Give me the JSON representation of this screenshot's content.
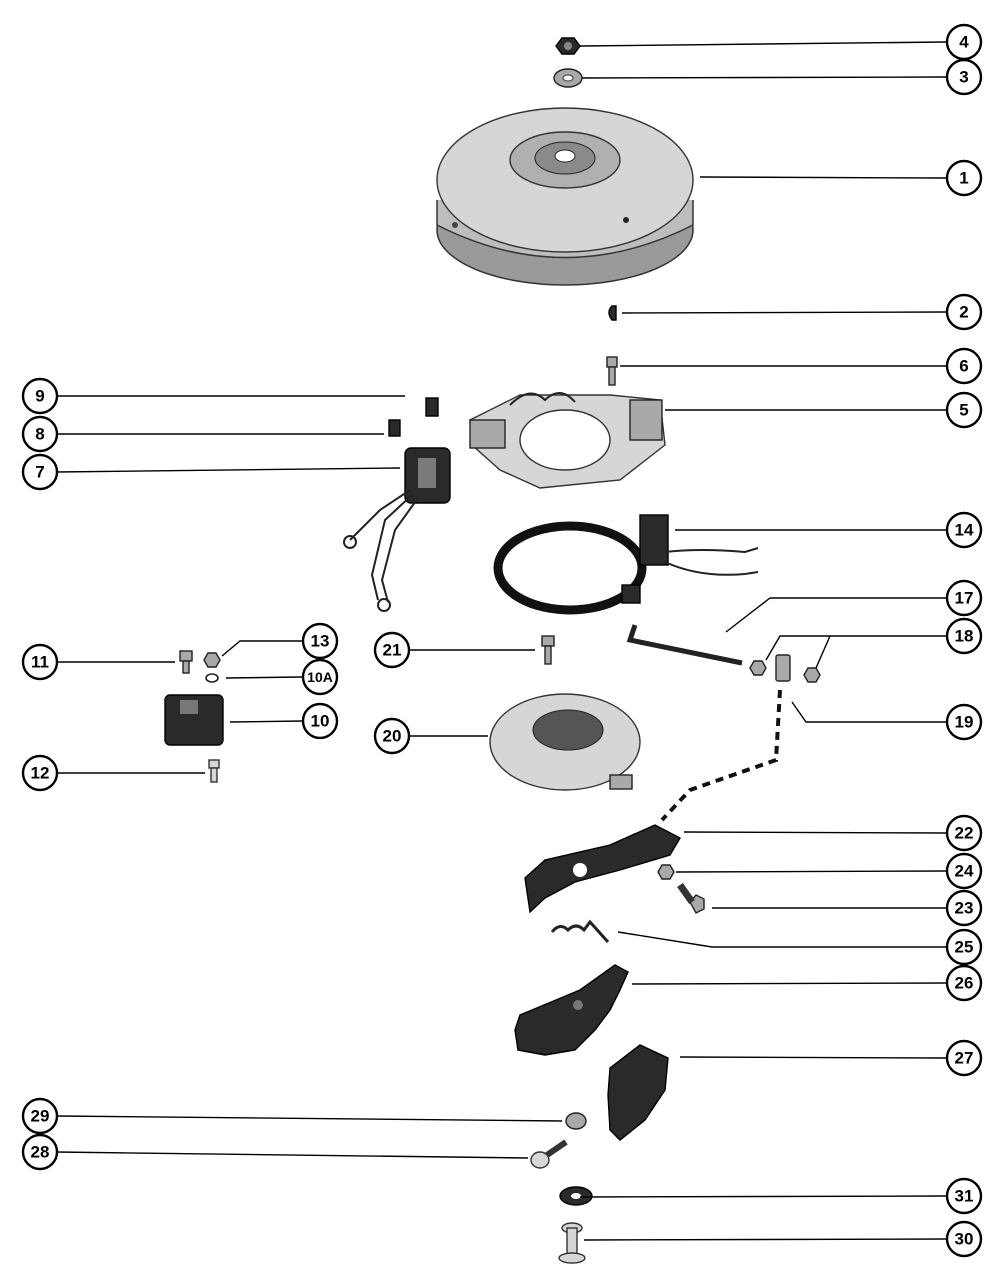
{
  "callouts": [
    {
      "id": "c1",
      "label": "1"
    },
    {
      "id": "c2",
      "label": "2"
    },
    {
      "id": "c3",
      "label": "3"
    },
    {
      "id": "c4",
      "label": "4"
    },
    {
      "id": "c5",
      "label": "5"
    },
    {
      "id": "c6",
      "label": "6"
    },
    {
      "id": "c7",
      "label": "7"
    },
    {
      "id": "c8",
      "label": "8"
    },
    {
      "id": "c9",
      "label": "9"
    },
    {
      "id": "c10",
      "label": "10"
    },
    {
      "id": "c10a",
      "label": "10A"
    },
    {
      "id": "c11",
      "label": "11"
    },
    {
      "id": "c12",
      "label": "12"
    },
    {
      "id": "c13",
      "label": "13"
    },
    {
      "id": "c14",
      "label": "14"
    },
    {
      "id": "c17",
      "label": "17"
    },
    {
      "id": "c18",
      "label": "18"
    },
    {
      "id": "c19",
      "label": "19"
    },
    {
      "id": "c20",
      "label": "20"
    },
    {
      "id": "c21",
      "label": "21"
    },
    {
      "id": "c22",
      "label": "22"
    },
    {
      "id": "c23",
      "label": "23"
    },
    {
      "id": "c24",
      "label": "24"
    },
    {
      "id": "c25",
      "label": "25"
    },
    {
      "id": "c26",
      "label": "26"
    },
    {
      "id": "c27",
      "label": "27"
    },
    {
      "id": "c28",
      "label": "28"
    },
    {
      "id": "c29",
      "label": "29"
    },
    {
      "id": "c30",
      "label": "30"
    },
    {
      "id": "c31",
      "label": "31"
    }
  ]
}
